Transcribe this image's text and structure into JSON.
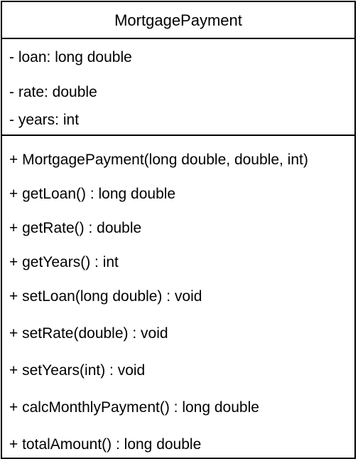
{
  "class_diagram": {
    "class_name": "MortgagePayment",
    "attributes": [
      "- loan: long double",
      "- rate: double",
      "- years: int"
    ],
    "methods": [
      "+ MortgagePayment(long double, double, int)",
      "+ getLoan() : long double",
      "+ getRate() : double",
      "+ getYears() : int",
      "+ setLoan(long double) : void",
      "+ setRate(double) : void",
      "+ setYears(int) : void",
      "+ calcMonthlyPayment() : long double",
      "+ totalAmount() : long double"
    ]
  }
}
